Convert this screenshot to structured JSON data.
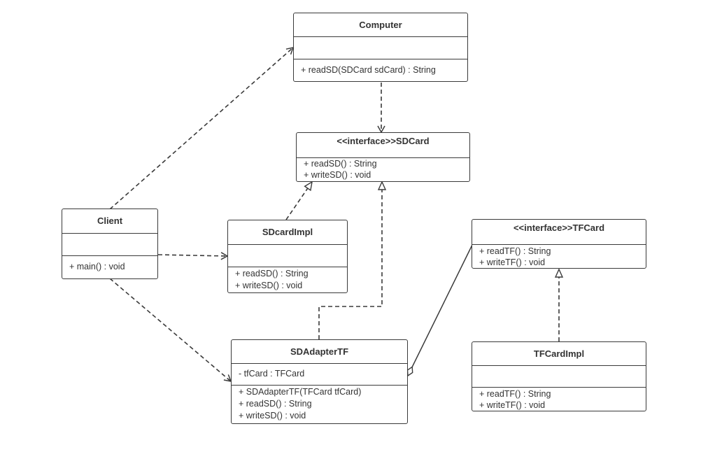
{
  "classes": {
    "computer": {
      "name": "Computer",
      "attributes": [],
      "methods": [
        "+ readSD(SDCard sdCard) : String"
      ]
    },
    "sdcard": {
      "name": "<<interface>>SDCard",
      "methods": [
        "+ readSD() : String",
        "+ writeSD() : void"
      ]
    },
    "client": {
      "name": "Client",
      "attributes": [],
      "methods": [
        "+ main() : void"
      ]
    },
    "sdcardimpl": {
      "name": "SDcardImpl",
      "attributes": [],
      "methods": [
        "+ readSD() : String",
        "+ writeSD() : void"
      ]
    },
    "tfcard": {
      "name": "<<interface>>TFCard",
      "methods": [
        "+ readTF() : String",
        "+ writeTF() : void"
      ]
    },
    "sdadaptertf": {
      "name": "SDAdapterTF",
      "attributes": [
        "- tfCard : TFCard"
      ],
      "methods": [
        "+ SDAdapterTF(TFCard tfCard)",
        "+ readSD() : String",
        "+ writeSD() : void"
      ]
    },
    "tfcardimpl": {
      "name": "TFCardImpl",
      "attributes": [],
      "methods": [
        "+ readTF() : String",
        "+ writeTF() : void"
      ]
    }
  },
  "colors": {
    "line": "#3a3a3a",
    "text": "#333333",
    "background": "#ffffff"
  }
}
